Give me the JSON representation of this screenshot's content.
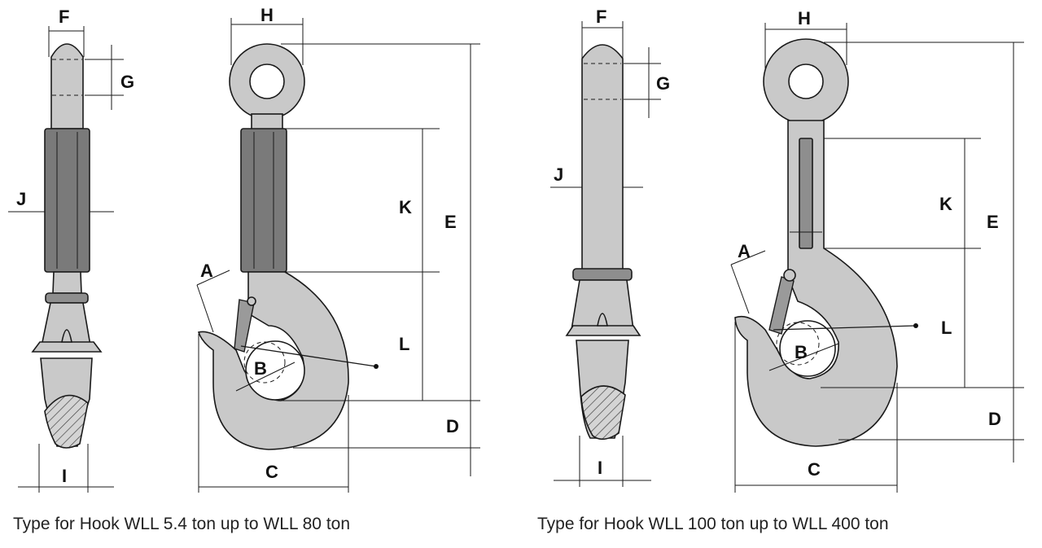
{
  "labels": {
    "F": "F",
    "G": "G",
    "H": "H",
    "J": "J",
    "K": "K",
    "E": "E",
    "A": "A",
    "B": "B",
    "L": "L",
    "C": "C",
    "D": "D",
    "I": "I"
  },
  "captions": {
    "left": "Type for Hook WLL 5.4 ton up to WLL 80 ton",
    "right": "Type for Hook WLL 100 ton up to WLL 400 ton"
  }
}
